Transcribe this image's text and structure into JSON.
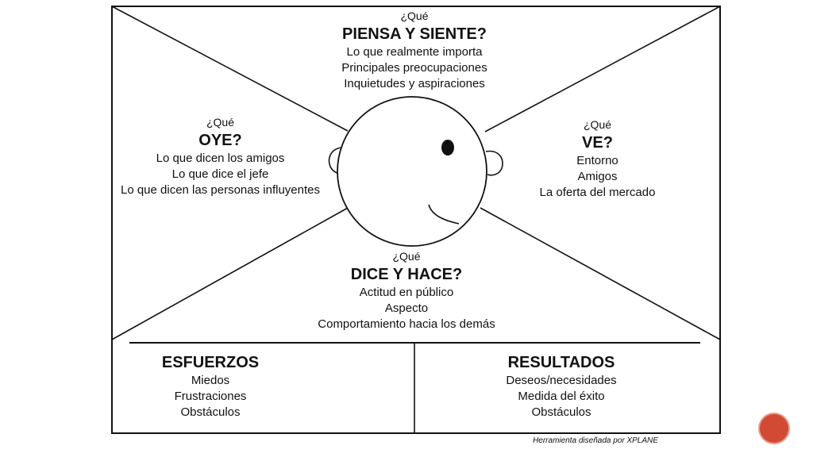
{
  "diagram": {
    "top": {
      "question": "¿Qué",
      "title": "PIENSA Y SIENTE?",
      "items": [
        "Lo que realmente importa",
        "Principales preocupaciones",
        "Inquietudes y aspiraciones"
      ]
    },
    "left": {
      "question": "¿Qué",
      "title": "OYE?",
      "items": [
        "Lo que dicen los amigos",
        "Lo que dice el jefe",
        "Lo que dicen las personas influyentes"
      ]
    },
    "right": {
      "question": "¿Qué",
      "title": "VE?",
      "items": [
        "Entorno",
        "Amigos",
        "La oferta del mercado"
      ]
    },
    "bottom": {
      "question": "¿Qué",
      "title": "DICE Y HACE?",
      "items": [
        "Actitud en público",
        "Aspecto",
        "Comportamiento hacia los demás"
      ]
    },
    "efforts": {
      "title": "ESFUERZOS",
      "items": [
        "Miedos",
        "Frustraciones",
        "Obstáculos"
      ]
    },
    "results": {
      "title": "RESULTADOS",
      "items": [
        "Deseos/necesidades",
        "Medida del éxito",
        "Obstáculos"
      ]
    }
  },
  "credit": "Herramienta diseñada por XPLANE",
  "colors": {
    "line": "#111111",
    "nav_button": "#d24a33"
  },
  "icons": {
    "nav": "circle-button-icon"
  }
}
